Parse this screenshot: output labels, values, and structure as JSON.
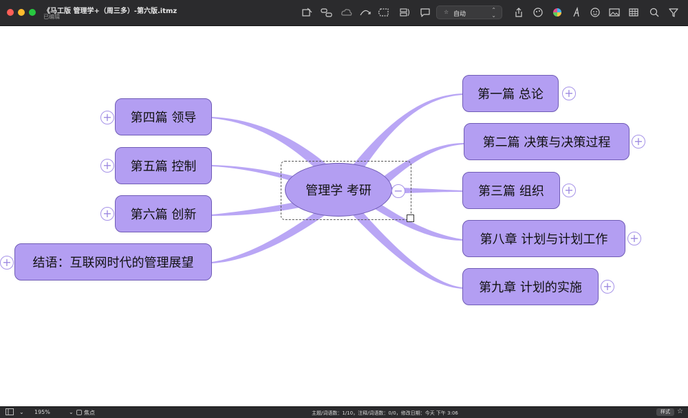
{
  "window": {
    "title": "《马工版 管理学+（周三多）-第六版.itmz",
    "subtitle": "已编辑"
  },
  "toolbar": {
    "icons": [
      "new-topic-icon",
      "subtopic-icon",
      "cloud-icon",
      "relation-icon",
      "boundary-icon",
      "summary-icon",
      "comment-icon",
      "share-icon",
      "sticker-icon",
      "color-icon",
      "font-icon",
      "emoji-icon",
      "image-icon",
      "table-icon",
      "search-icon",
      "filter-icon"
    ],
    "layout_select": {
      "value": "自动"
    }
  },
  "colors": {
    "node_fill": "#b39ef2",
    "node_border": "#6f5bb5",
    "branch": "#b9a6f5"
  },
  "mindmap": {
    "central": "管理学 考研",
    "right_topics": [
      {
        "label": "第一篇 总论"
      },
      {
        "label": "第二篇  决策与决策过程"
      },
      {
        "label": "第三篇 组织"
      },
      {
        "label": "第八章 计划与计划工作"
      },
      {
        "label": "第九章 计划的实施"
      }
    ],
    "left_topics": [
      {
        "label": "第四篇 领导"
      },
      {
        "label": "第五篇 控制"
      },
      {
        "label": "第六篇 创新"
      },
      {
        "label": "结语：互联网时代的管理展望"
      }
    ]
  },
  "statusbar": {
    "zoom": "195%",
    "focus_label": "焦点",
    "info": "主题/词语数：1/10，注释/词语数：0/0，修改日期：今天 下午 3:06",
    "style_button": "样式"
  }
}
